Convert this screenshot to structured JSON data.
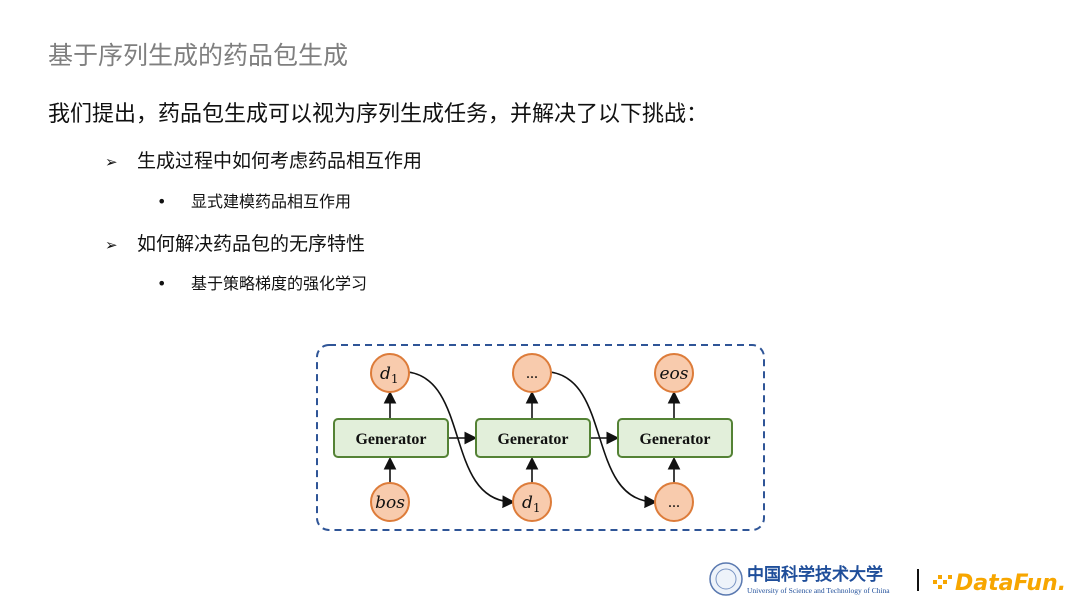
{
  "title": "基于序列生成的药品包生成",
  "intro": "我们提出，药品包生成可以视为序列生成任务，并解决了以下挑战：",
  "bullets": [
    {
      "marker": "➢",
      "text": "生成过程中如何考虑药品相互作用",
      "sub": {
        "marker": "•",
        "text": "显式建模药品相互作用"
      }
    },
    {
      "marker": "➢",
      "text": "如何解决药品包的无序特性",
      "sub": {
        "marker": "•",
        "text": "基于策略梯度的强化学习"
      }
    }
  ],
  "diagram": {
    "generator_label": "Generator",
    "top_nodes": [
      "d",
      "...",
      "eos"
    ],
    "bottom_nodes": [
      "bos",
      "d",
      "..."
    ],
    "subscript": "1"
  },
  "logos": {
    "ustc_cn": "中国科学技术大学",
    "ustc_en": "University of Science and Technology of China",
    "datafun": "DataFun."
  },
  "colors": {
    "title": "#7f7f7f",
    "node_fill": "#f8cbad",
    "node_stroke": "#dd7c3a",
    "gen_fill": "#e2efda",
    "gen_stroke": "#548235",
    "frame": "#2f5597",
    "datafun": "#f7a600"
  }
}
